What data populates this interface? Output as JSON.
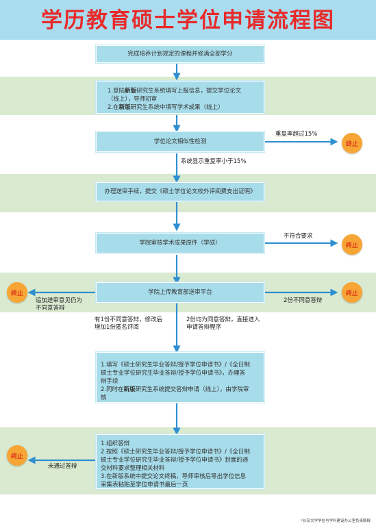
{
  "title": "学历教育硕士学位申请流程图",
  "steps": {
    "s1": "完成培养计划规定的课程并修满全部学分",
    "s2": {
      "l1a": "1.登陆",
      "l1b": "新版",
      "l1c": "研究生系统填写上报信息，提交学位论文",
      "l2": "（线上），导师初审",
      "l3a": "2.在",
      "l3b": "新版",
      "l3c": "研究生系统中填写学术成果（线上）"
    },
    "s3": "学位论文相似性检测",
    "s4": "办理送审手续，提交《硕士学位论文校外评阅费支出证明》",
    "s5": "学院审核学术成果原件（学硕）",
    "s6": "学院上传教育部送审平台",
    "s7": {
      "l1": "1.填写《硕士研究生毕业答辩/授予学位申请书》/《全日制",
      "l2": "硕士专业学位研究生毕业答辩/授予学位申请书》，办理答",
      "l3": "辩手续",
      "l4a": "2.同时在",
      "l4b": "新版",
      "l4c": "研究生系统提交答辩申请（线上），由学院审",
      "l5": "核"
    },
    "s8": {
      "l1": "1.组织答辩",
      "l2": "2.按照《硕士研究生毕业答辩/授予学位申请书》/《全日制",
      "l3": "硕士专业学位研究生毕业答辩/授予学位申请书》封面的递",
      "l4": "交材料要求整理相关材料",
      "l5": "3.在新版系统中提交论文终稿，导师审核后导出学位信息",
      "l6": "采集表粘贴至学位申请书最后一页"
    }
  },
  "labels": {
    "dup_high": "重复率超过15%",
    "dup_low": "系统显示重复率小于15%",
    "not_meet": "不符合要求",
    "two_disagree": "2份不同意答辩",
    "add_review_l1": "追加送审意见仍为",
    "add_review_l2": "不同意答辩",
    "one_disagree_l1": "有1份不同意答辩，修改后",
    "one_disagree_l2": "增加1份匿名评阅",
    "two_agree_l1": "2份均为同意答辩，直接进入",
    "two_agree_l2": "申请答辩程序",
    "fail_defense": "未通过答辩"
  },
  "stop_text": "终止",
  "footnote": "*长安大学学位与学科建设办公室负责解释"
}
